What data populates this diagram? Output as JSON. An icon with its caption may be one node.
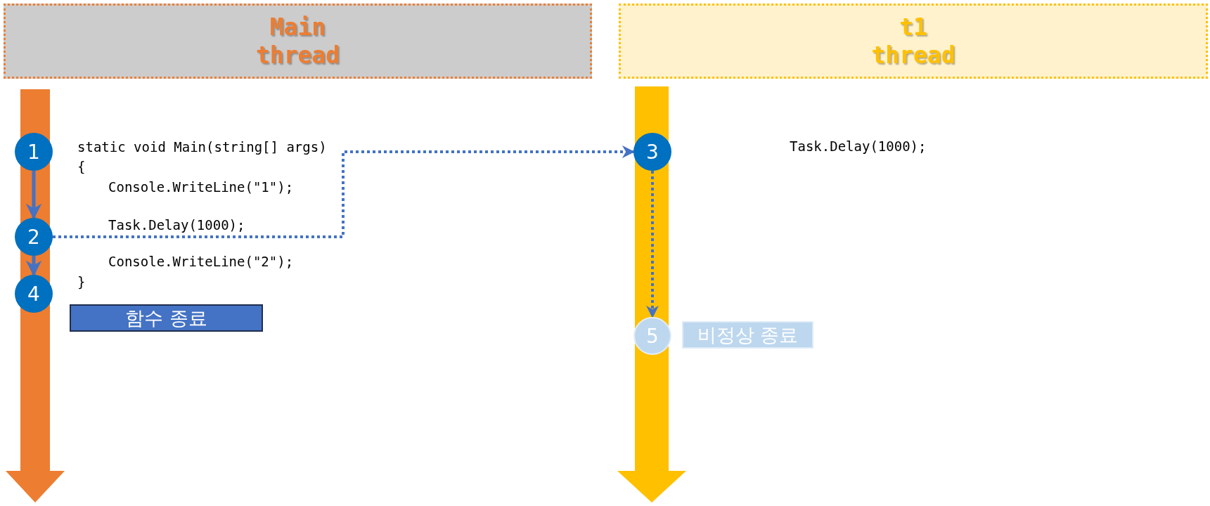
{
  "diagram": {
    "nodes": [
      {
        "text": [
          "Main thread"
        ]
      },
      {
        "text": [
          "t1 thread"
        ]
      },
      {
        "text": [
          "1"
        ]
      },
      {
        "text": [
          "2"
        ]
      },
      {
        "text": [
          "4"
        ]
      },
      {
        "text": [
          "3"
        ]
      },
      {
        "text": [
          "5"
        ]
      },
      {
        "text": [
          "함수 종료"
        ]
      },
      {
        "text": [
          "비정상 종료"
        ]
      }
    ],
    "edges": [
      {
        "from": 2,
        "to": 3,
        "arrow": "to"
      },
      {
        "from": 3,
        "to": 4,
        "arrow": "to"
      },
      {
        "from": 3,
        "to": 5,
        "arrow": "to",
        "style": "dashed"
      },
      {
        "from": 5,
        "to": 6,
        "arrow": "to",
        "style": "dashed"
      },
      {
        "from": 0,
        "to": null,
        "arrow": "to",
        "style": "thick",
        "color": "#ed7d31"
      },
      {
        "from": 1,
        "to": null,
        "arrow": "to",
        "style": "thick",
        "color": "#ffc000"
      }
    ],
    "labels": [
      "static void Main(string[] args)",
      "{",
      "Console.WriteLine(\"1\");",
      "Task.Delay(1000);",
      "Console.WriteLine(\"2\");",
      "}",
      "Task.Delay(1000);"
    ]
  }
}
